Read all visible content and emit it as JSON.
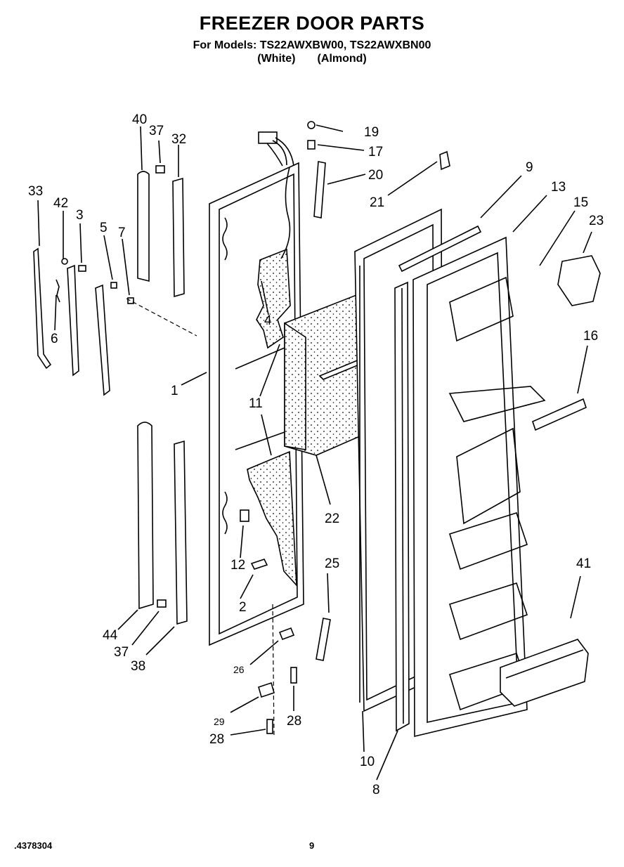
{
  "header": {
    "title": "FREEZER DOOR PARTS",
    "models": "For Models: TS22AWXBW00, TS22AWXBN00",
    "variants": "(White)       (Almond)"
  },
  "footer": {
    "part_number": ".4378304",
    "page": "9"
  },
  "callouts": [
    "1",
    "2",
    "3",
    "4",
    "5",
    "6",
    "7",
    "8",
    "9",
    "10",
    "11",
    "11",
    "12",
    "13",
    "15",
    "16",
    "17",
    "19",
    "20",
    "21",
    "22",
    "23",
    "25",
    "26",
    "28",
    "28",
    "29",
    "32",
    "33",
    "37",
    "37",
    "38",
    "40",
    "41",
    "42",
    "44"
  ]
}
